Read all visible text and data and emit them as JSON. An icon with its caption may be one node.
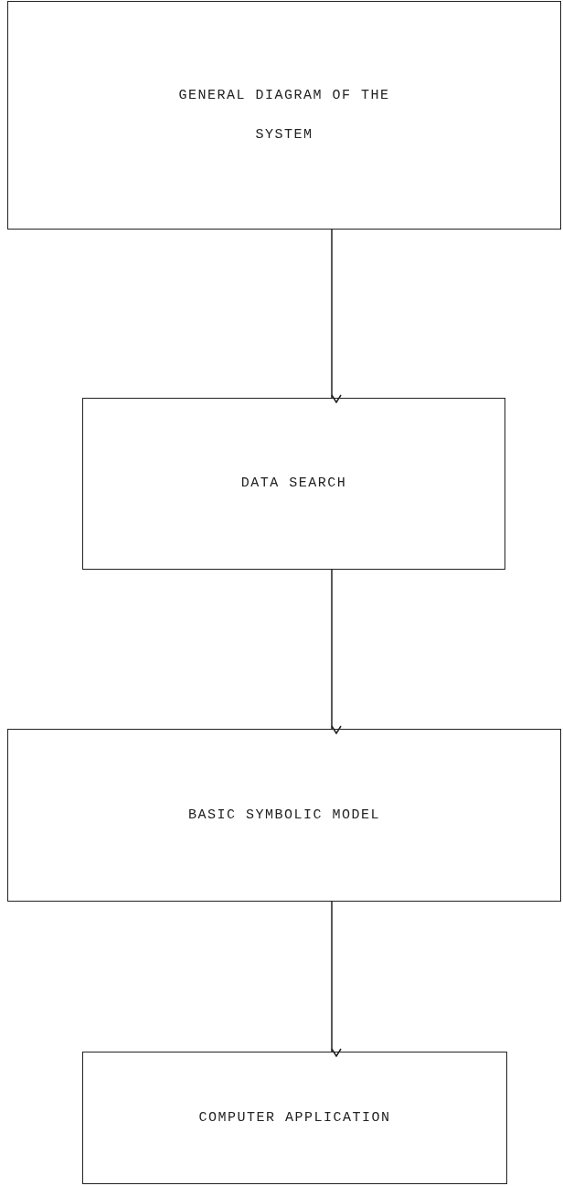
{
  "diagram": {
    "nodes": [
      {
        "text": [
          "GENERAL DIAGRAM OF THE SYSTEM"
        ]
      },
      {
        "text": [
          "DATA SEARCH"
        ]
      },
      {
        "text": [
          "BASIC SYMBOLIC MODEL"
        ]
      },
      {
        "text": [
          "COMPUTER APPLICATION"
        ]
      }
    ],
    "edges": [
      {
        "from": 0,
        "to": 1,
        "arrow": "to"
      },
      {
        "from": 1,
        "to": 2,
        "arrow": "to"
      },
      {
        "from": 2,
        "to": 3,
        "arrow": "to"
      }
    ]
  }
}
